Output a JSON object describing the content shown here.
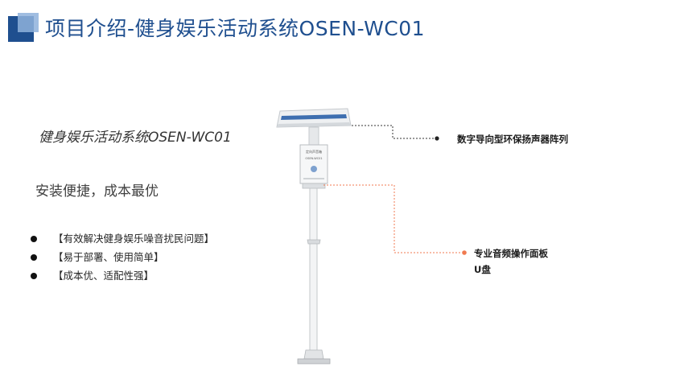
{
  "header": {
    "title": "项目介绍-健身娱乐活动系统OSEN-WC01"
  },
  "left": {
    "product_name": "健身娱乐活动系统OSEN-WC01",
    "slogan": "安装便捷，成本最优",
    "features": [
      "【有效解决健身娱乐噪音扰民问题】",
      "【易于部署、使用简单】",
      "【成本优、适配性强】"
    ]
  },
  "device": {
    "panel_label_line1": "定向声音箱",
    "panel_label_line2": "OSEN-WC01"
  },
  "callouts": {
    "speaker_array": "数字导向型环保扬声器阵列",
    "panel_line1": "专业音频操作面板",
    "panel_line2": "U盘"
  },
  "colors": {
    "title_blue": "#1f4f8f",
    "callout_dark": "#333333",
    "callout_orange": "#f07a50"
  }
}
